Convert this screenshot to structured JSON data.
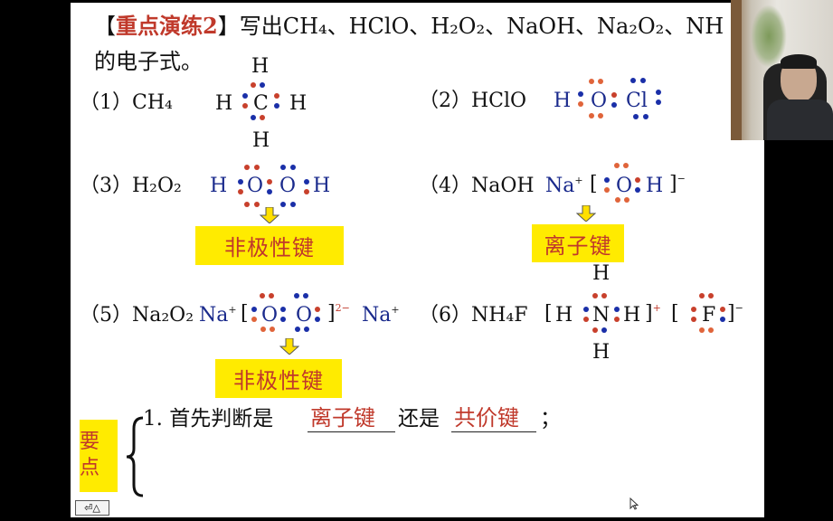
{
  "title": {
    "open": "【",
    "highlight": "重点演练2",
    "close": "】",
    "text": "写出CH₄、HClO、H₂O₂、NaOH、Na₂O₂、NH",
    "line2": "的电子式。"
  },
  "items": [
    {
      "label": "（1）CH₄"
    },
    {
      "label": "（2）HClO"
    },
    {
      "label": "（3）H₂O₂"
    },
    {
      "label": "（4）NaOH"
    },
    {
      "label": "（5）Na₂O₂"
    },
    {
      "label": "（6）NH₄F"
    }
  ],
  "atoms": {
    "H": "H",
    "C": "C",
    "O": "O",
    "Cl": "Cl",
    "Na": "Na",
    "N": "N",
    "F": "F",
    "lb": "[",
    "rb": "]",
    "plus": "+",
    "minus": "−",
    "two_minus": "2−"
  },
  "labels": {
    "nonpolar": "非极性键",
    "ionic": "离子键"
  },
  "key_points": {
    "tag": "要点",
    "point1_prefix": "1. 首先判断是",
    "blank1": "离子键",
    "middle": "还是",
    "blank2": "共价键",
    "end": "；"
  },
  "nav": {
    "label": "⏎△"
  },
  "colors": {
    "red_electron": "#c8402c",
    "orange_electron": "#e0643a",
    "blue_electron": "#1a2fa8",
    "highlight": "#ffeb00",
    "accent_text": "#c0392b"
  },
  "webcam": {
    "present": true
  }
}
